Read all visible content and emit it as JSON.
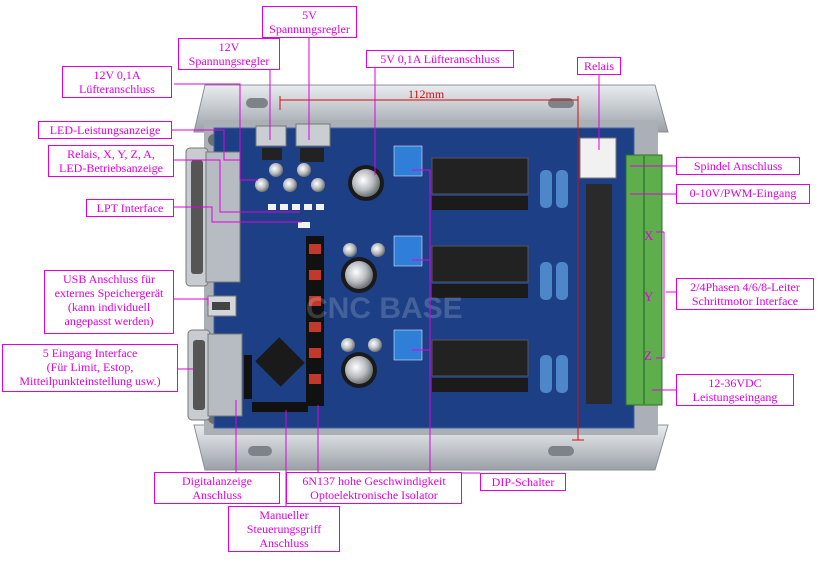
{
  "labels": {
    "v5": "5V\nSpannungsregler",
    "v12": "12V\nSpannungsregler",
    "fan12": "12V 0,1A\nLüfteranschluss",
    "fan5": "5V 0,1A Lüfteranschluss",
    "relais": "Relais",
    "led_power": "LED-Leistungsanzeige",
    "relay_leds": "Relais, X, Y, Z, A,\nLED-Betriebsanzeige",
    "lpt": "LPT Interface",
    "usb": "USB Anschluss für\nexternes Speichergerät\n(kann individuell\nangepasst werden)",
    "input5": "5 Eingang Interface\n(Für Limit, Estop,\nMitteilpunkteinstellung usw.)",
    "spindle": "Spindel Anschluss",
    "pwm": "0-10V/PWM-Eingang",
    "stepper": "2/4Phasen 4/6/8-Leiter\nSchrittmotor Interface",
    "power": "12-36VDC\nLeistungseingang",
    "digital": "Digitalanzeige\nAnschluss",
    "manual": "Manueller\nSteuerungsgriff\nAnschluss",
    "optocoupler": "6N137 hohe Geschwindigkeit\nOptoelektronische Isolator",
    "dip": "DIP-Schalter"
  },
  "dimension": "112mm",
  "axes": {
    "x": "X",
    "y": "Y",
    "z": "Z"
  },
  "watermark": "CNC BASE",
  "colors": {
    "accent": "#e000e0",
    "pcb": "#1d3f86",
    "terminal": "#5fae4e",
    "dimension": "#d01010"
  }
}
